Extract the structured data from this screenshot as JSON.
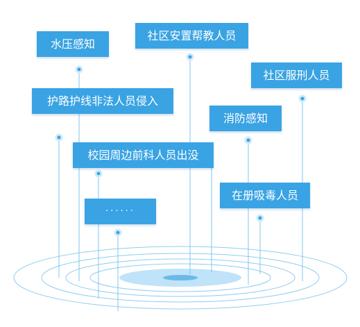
{
  "labels": [
    {
      "id": "water",
      "text": "水压感知"
    },
    {
      "id": "community-help",
      "text": "社区安置帮教人员"
    },
    {
      "id": "community-sentenced",
      "text": "社区服刑人员"
    },
    {
      "id": "road",
      "text": "护路护线非法人员侵入"
    },
    {
      "id": "fire",
      "text": "消防感知"
    },
    {
      "id": "campus",
      "text": "校园周边前科人员出没"
    },
    {
      "id": "drug",
      "text": "在册吸毒人员"
    },
    {
      "id": "more",
      "text": "······"
    }
  ],
  "colors": {
    "tag_fill": "#3aa3e3",
    "line": "#7fc4ef",
    "ring": "#8ccdf2",
    "center": "#bfe3f8"
  }
}
